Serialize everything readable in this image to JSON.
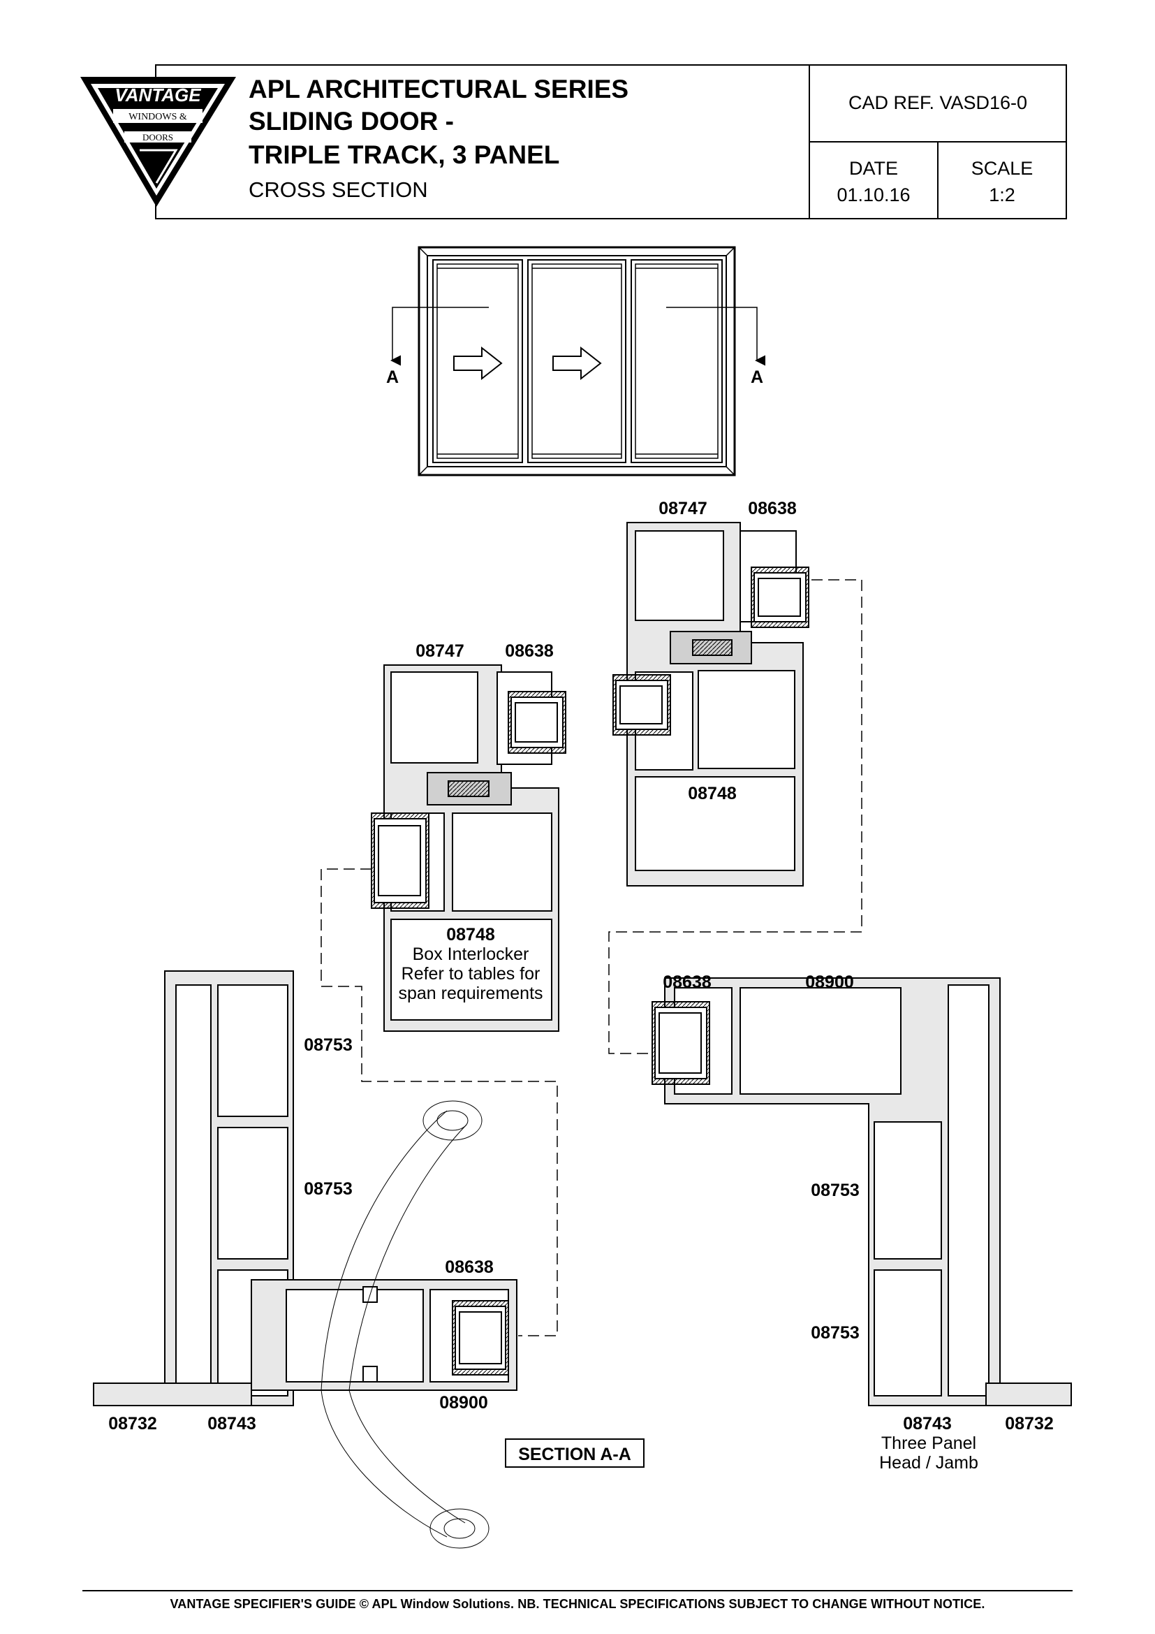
{
  "logo": {
    "brand": "VANTAGE",
    "line1": "WINDOWS &",
    "line2": "DOORS"
  },
  "title": {
    "line1": "APL ARCHITECTURAL SERIES",
    "line2": "SLIDING DOOR -",
    "line3": "TRIPLE TRACK, 3 PANEL",
    "subtitle": "CROSS SECTION"
  },
  "cad_ref": "CAD REF.  VASD16-0",
  "date": {
    "label": "DATE",
    "value": "01.10.16"
  },
  "scale": {
    "label": "SCALE",
    "value": "1:2"
  },
  "elevation": {
    "section_mark_left": "A",
    "section_mark_right": "A"
  },
  "parts": {
    "top_interlock_left": "08747",
    "top_interlock_right": "08638",
    "mid_interlock_left": "08747",
    "mid_interlock_right": "08638",
    "mid_box": "08748",
    "top_box": "08748",
    "sill_left_upper": "08753",
    "sill_left_lower": "08753",
    "sill_left_sash": "08638",
    "sill_left_frame": "08900",
    "sill_left_base": "08732",
    "sill_left_base2": "08743",
    "jamb_right_sash": "08638",
    "jamb_right_frame": "08900",
    "jamb_right_upper": "08753",
    "jamb_right_lower": "08753",
    "jamb_right_base": "08743",
    "jamb_right_base2": "08732"
  },
  "notes": {
    "box_line1": "Box Interlocker",
    "box_line2": "Refer to tables for",
    "box_line3": "span requirements",
    "head_jamb_line1": "Three Panel",
    "head_jamb_line2": "Head / Jamb"
  },
  "section_label": "SECTION A-A",
  "footer": "VANTAGE SPECIFIER'S GUIDE   © APL Window Solutions. NB. TECHNICAL SPECIFICATIONS SUBJECT TO CHANGE WITHOUT NOTICE."
}
